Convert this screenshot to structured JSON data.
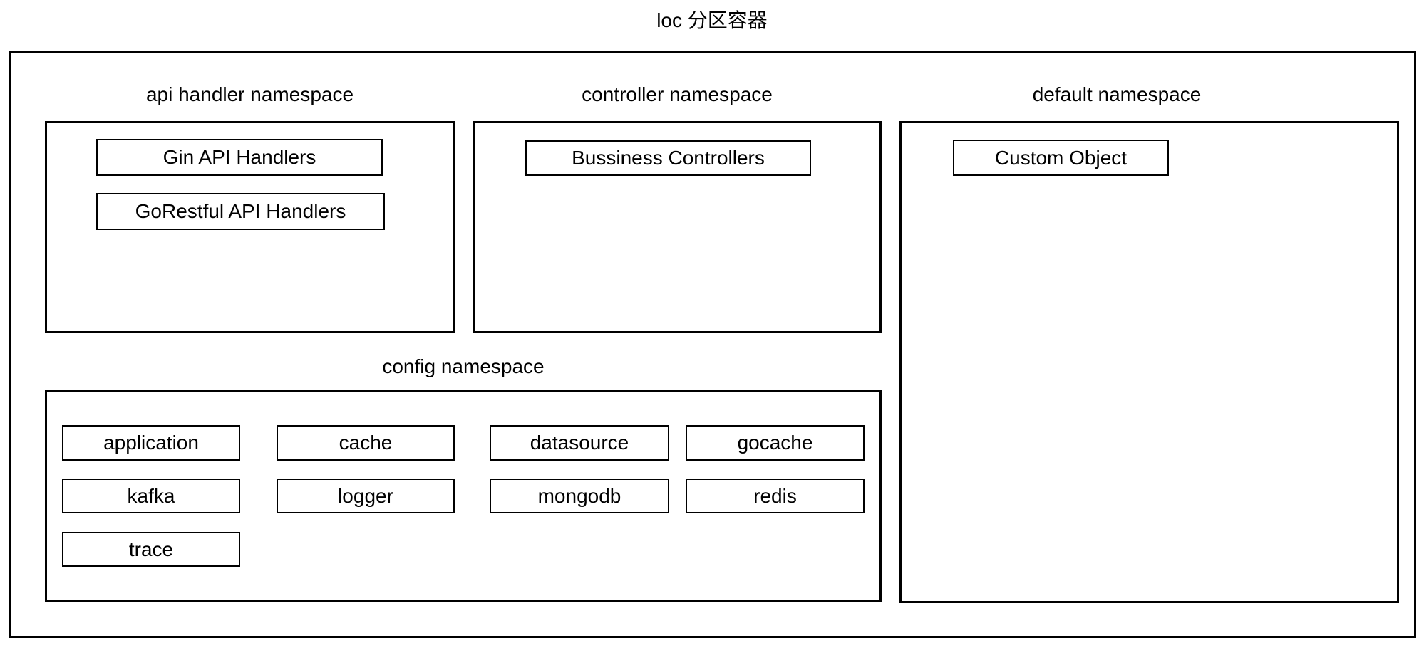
{
  "diagram": {
    "title": "loc 分区容器"
  },
  "namespaces": {
    "api_handler": {
      "label": "api handler namespace",
      "items": [
        "Gin API Handlers",
        "GoRestful API Handlers"
      ]
    },
    "controller": {
      "label": "controller namespace",
      "items": [
        "Bussiness Controllers"
      ]
    },
    "default": {
      "label": "default namespace",
      "items": [
        "Custom Object"
      ]
    },
    "config": {
      "label": "config namespace",
      "items": [
        "application",
        "cache",
        "datasource",
        "gocache",
        "kafka",
        "logger",
        "mongodb",
        "redis",
        "trace"
      ]
    }
  },
  "colors": {
    "line": "#000000",
    "background": "#ffffff",
    "text": "#000000"
  }
}
